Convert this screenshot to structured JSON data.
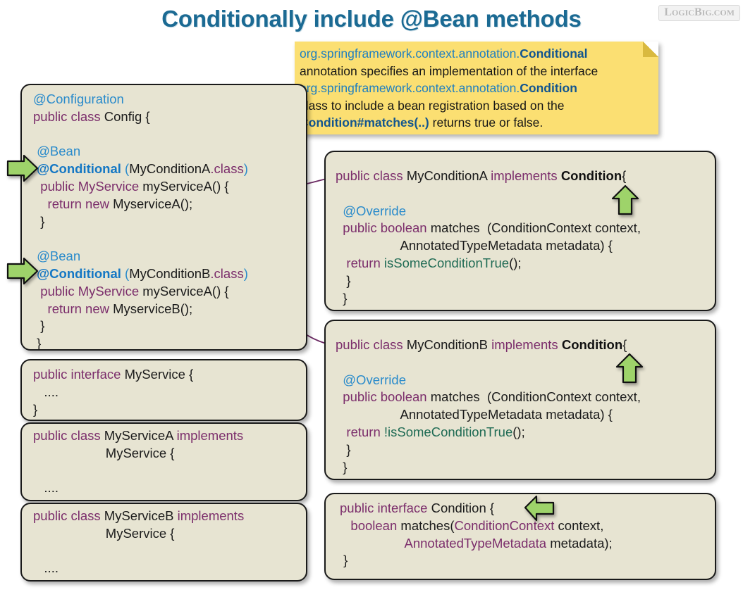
{
  "title": "Conditionally include @Bean methods",
  "logo": {
    "part1": "L",
    "part2": "OGIC",
    "part3": "B",
    "part4": "IG",
    "part5": ".",
    "part6": "COM"
  },
  "colors": {
    "title": "#1b6a93",
    "box_bg": "#e7e4d2",
    "note_bg": "#fbdf72",
    "green_arrow": "#9ed36a",
    "connector": "#6b2a63",
    "keyword_purple": "#7b2d6b",
    "annotation_blue": "#2a8bcb",
    "method_green": "#1f6b54"
  },
  "note": {
    "line1_prefix": "org.springframework.context.annotation.",
    "line1_bold": "Conditional",
    "line2": "annotation specifies an implementation of the interface",
    "line3_prefix": "org.springframework.context.annotation.",
    "line3_bold": "Condition",
    "line4": "class to include a bean registration based on the",
    "line5_bold": "Condition#matches(..)",
    "line5_rest": " returns true or false."
  },
  "boxes": {
    "config": {
      "name": "Config class",
      "lines": [
        {
          "segments": [
            {
              "t": "@Configuration",
              "c": "ann"
            }
          ]
        },
        {
          "segments": [
            {
              "t": "public class",
              "c": "kw"
            },
            {
              "t": " Config {",
              "c": "plain"
            }
          ]
        },
        {
          "segments": [
            {
              "t": "",
              "c": "plain"
            }
          ]
        },
        {
          "segments": [
            {
              "t": " @Bean",
              "c": "ann"
            }
          ]
        },
        {
          "segments": [
            {
              "t": " @Conditional",
              "c": "annb"
            },
            {
              "t": " (",
              "c": "blu"
            },
            {
              "t": "MyConditionA",
              "c": "plain"
            },
            {
              "t": ".class",
              "c": "pur"
            },
            {
              "t": ")",
              "c": "blu"
            }
          ]
        },
        {
          "segments": [
            {
              "t": "  public MyService",
              "c": "kw"
            },
            {
              "t": " myServiceA() {",
              "c": "plain"
            }
          ]
        },
        {
          "segments": [
            {
              "t": "    return new",
              "c": "kw"
            },
            {
              "t": " MyserviceA();",
              "c": "plain"
            }
          ]
        },
        {
          "segments": [
            {
              "t": "  }",
              "c": "plain"
            }
          ]
        },
        {
          "segments": [
            {
              "t": "",
              "c": "plain"
            }
          ]
        },
        {
          "segments": [
            {
              "t": " @Bean",
              "c": "ann"
            }
          ]
        },
        {
          "segments": [
            {
              "t": " @Conditional",
              "c": "annb"
            },
            {
              "t": " (",
              "c": "blu"
            },
            {
              "t": "MyConditionB",
              "c": "plain"
            },
            {
              "t": ".class",
              "c": "pur"
            },
            {
              "t": ")",
              "c": "blu"
            }
          ]
        },
        {
          "segments": [
            {
              "t": "  public MyService",
              "c": "kw"
            },
            {
              "t": " myServiceA() {",
              "c": "plain"
            }
          ]
        },
        {
          "segments": [
            {
              "t": "    return new",
              "c": "kw"
            },
            {
              "t": " MyserviceB();",
              "c": "plain"
            }
          ]
        },
        {
          "segments": [
            {
              "t": "  }",
              "c": "plain"
            }
          ]
        },
        {
          "segments": [
            {
              "t": " }",
              "c": "plain"
            }
          ]
        }
      ]
    },
    "myservice_interface": {
      "name": "MyService interface",
      "lines": [
        {
          "segments": [
            {
              "t": "public interface",
              "c": "kw"
            },
            {
              "t": " MyService {",
              "c": "plain"
            }
          ]
        },
        {
          "segments": [
            {
              "t": "   ....",
              "c": "plain"
            }
          ]
        },
        {
          "segments": [
            {
              "t": "}",
              "c": "plain"
            }
          ]
        }
      ]
    },
    "myservicea": {
      "name": "MyServiceA class",
      "lines": [
        {
          "segments": [
            {
              "t": "public class",
              "c": "kw"
            },
            {
              "t": " MyServiceA ",
              "c": "plain"
            },
            {
              "t": "implements",
              "c": "kw"
            }
          ]
        },
        {
          "segments": [
            {
              "t": "                    MyService {",
              "c": "plain"
            }
          ]
        },
        {
          "segments": [
            {
              "t": "",
              "c": "plain"
            }
          ]
        },
        {
          "segments": [
            {
              "t": "   ....",
              "c": "plain"
            }
          ]
        },
        {
          "segments": [
            {
              "t": "}",
              "c": "plain"
            }
          ]
        }
      ]
    },
    "myserviceb": {
      "name": "MyServiceB class",
      "lines": [
        {
          "segments": [
            {
              "t": "public class",
              "c": "kw"
            },
            {
              "t": " MyServiceB ",
              "c": "plain"
            },
            {
              "t": "implements",
              "c": "kw"
            }
          ]
        },
        {
          "segments": [
            {
              "t": "                    MyService {",
              "c": "plain"
            }
          ]
        },
        {
          "segments": [
            {
              "t": "",
              "c": "plain"
            }
          ]
        },
        {
          "segments": [
            {
              "t": "   ....",
              "c": "plain"
            }
          ]
        },
        {
          "segments": [
            {
              "t": "}",
              "c": "plain"
            }
          ]
        }
      ]
    },
    "myconditiona": {
      "name": "MyConditionA class",
      "lines": [
        {
          "segments": [
            {
              "t": "public class",
              "c": "kw"
            },
            {
              "t": " MyConditionA ",
              "c": "plain"
            },
            {
              "t": "implements",
              "c": "kw"
            },
            {
              "t": " ",
              "c": "plain"
            },
            {
              "t": "Condition",
              "c": "bold"
            },
            {
              "t": "{",
              "c": "plain"
            }
          ]
        },
        {
          "segments": [
            {
              "t": "",
              "c": "plain"
            }
          ]
        },
        {
          "segments": [
            {
              "t": "  @Override",
              "c": "ann"
            }
          ]
        },
        {
          "segments": [
            {
              "t": "  public boolean",
              "c": "kw"
            },
            {
              "t": " matches  (ConditionContext context,",
              "c": "plain"
            }
          ]
        },
        {
          "segments": [
            {
              "t": "                  AnnotatedTypeMetadata metadata) {",
              "c": "plain"
            }
          ]
        },
        {
          "segments": [
            {
              "t": "   return ",
              "c": "kw"
            },
            {
              "t": "isSomeConditionTrue",
              "c": "grn"
            },
            {
              "t": "();",
              "c": "plain"
            }
          ]
        },
        {
          "segments": [
            {
              "t": "   }",
              "c": "plain"
            }
          ]
        },
        {
          "segments": [
            {
              "t": "  }",
              "c": "plain"
            }
          ]
        }
      ]
    },
    "myconditionb": {
      "name": "MyConditionB class",
      "lines": [
        {
          "segments": [
            {
              "t": "public class",
              "c": "kw"
            },
            {
              "t": " MyConditionB ",
              "c": "plain"
            },
            {
              "t": "implements",
              "c": "kw"
            },
            {
              "t": " ",
              "c": "plain"
            },
            {
              "t": "Condition",
              "c": "bold"
            },
            {
              "t": "{",
              "c": "plain"
            }
          ]
        },
        {
          "segments": [
            {
              "t": "",
              "c": "plain"
            }
          ]
        },
        {
          "segments": [
            {
              "t": "  @Override",
              "c": "ann"
            }
          ]
        },
        {
          "segments": [
            {
              "t": "  public boolean",
              "c": "kw"
            },
            {
              "t": " matches  (ConditionContext context,",
              "c": "plain"
            }
          ]
        },
        {
          "segments": [
            {
              "t": "                  AnnotatedTypeMetadata metadata) {",
              "c": "plain"
            }
          ]
        },
        {
          "segments": [
            {
              "t": "   return ",
              "c": "kw"
            },
            {
              "t": "!isSomeConditionTrue",
              "c": "grn"
            },
            {
              "t": "();",
              "c": "plain"
            }
          ]
        },
        {
          "segments": [
            {
              "t": "   }",
              "c": "plain"
            }
          ]
        },
        {
          "segments": [
            {
              "t": "  }",
              "c": "plain"
            }
          ]
        }
      ]
    },
    "condition_interface": {
      "name": "Condition interface",
      "lines": [
        {
          "segments": [
            {
              "t": "public interface",
              "c": "kw"
            },
            {
              "t": " Condition {",
              "c": "plain"
            }
          ]
        },
        {
          "segments": [
            {
              "t": "   boolean",
              "c": "kw"
            },
            {
              "t": " matches(",
              "c": "plain"
            },
            {
              "t": "ConditionContext",
              "c": "pur"
            },
            {
              "t": " context,",
              "c": "plain"
            }
          ]
        },
        {
          "segments": [
            {
              "t": "                  ",
              "c": "plain"
            },
            {
              "t": "AnnotatedTypeMetadata",
              "c": "pur"
            },
            {
              "t": " metadata);",
              "c": "plain"
            }
          ]
        },
        {
          "segments": [
            {
              "t": " }",
              "c": "plain"
            }
          ]
        }
      ]
    }
  },
  "green_arrows": [
    {
      "name": "green-arrow-conditional-a",
      "direction": "right"
    },
    {
      "name": "green-arrow-conditional-b",
      "direction": "right"
    },
    {
      "name": "green-arrow-condition-a",
      "direction": "up"
    },
    {
      "name": "green-arrow-condition-b",
      "direction": "up"
    },
    {
      "name": "green-arrow-condition-interface",
      "direction": "left"
    }
  ]
}
